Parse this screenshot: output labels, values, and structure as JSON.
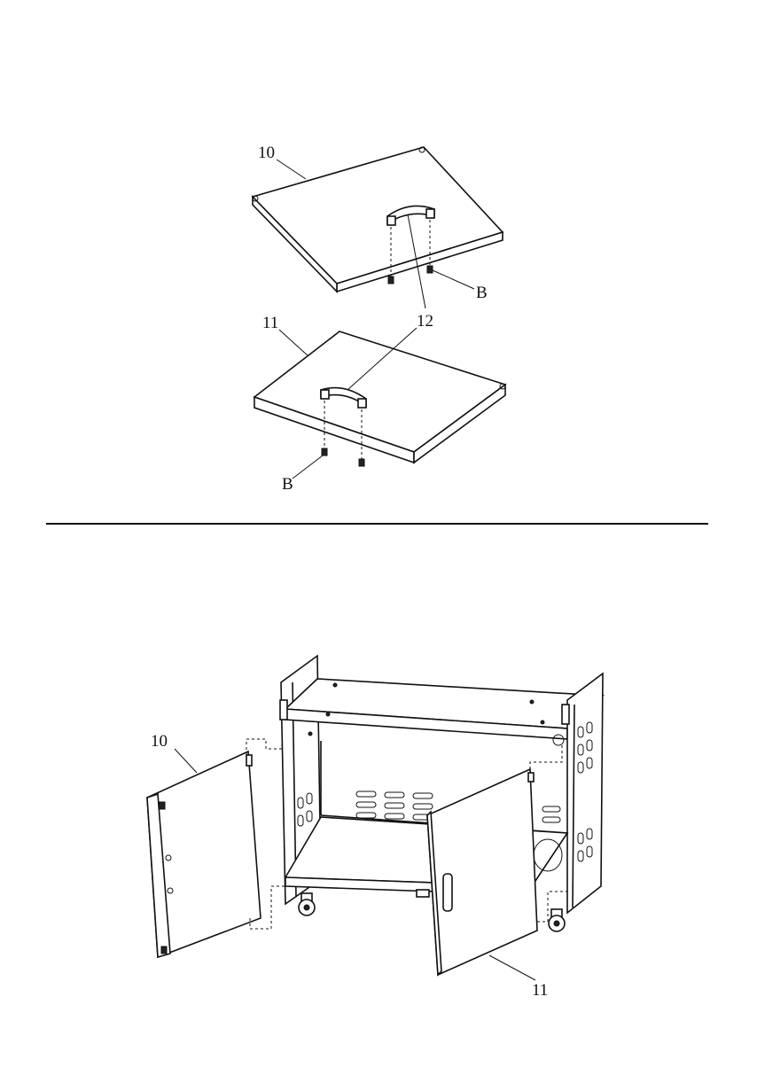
{
  "labels": {
    "top_panel_10": "10",
    "top_panel_11": "11",
    "handle_12": "12",
    "screw_b_upper": "B",
    "screw_b_lower": "B",
    "door_10": "10",
    "door_11": "11"
  },
  "colors": {
    "line": "#111111",
    "background": "#ffffff"
  }
}
